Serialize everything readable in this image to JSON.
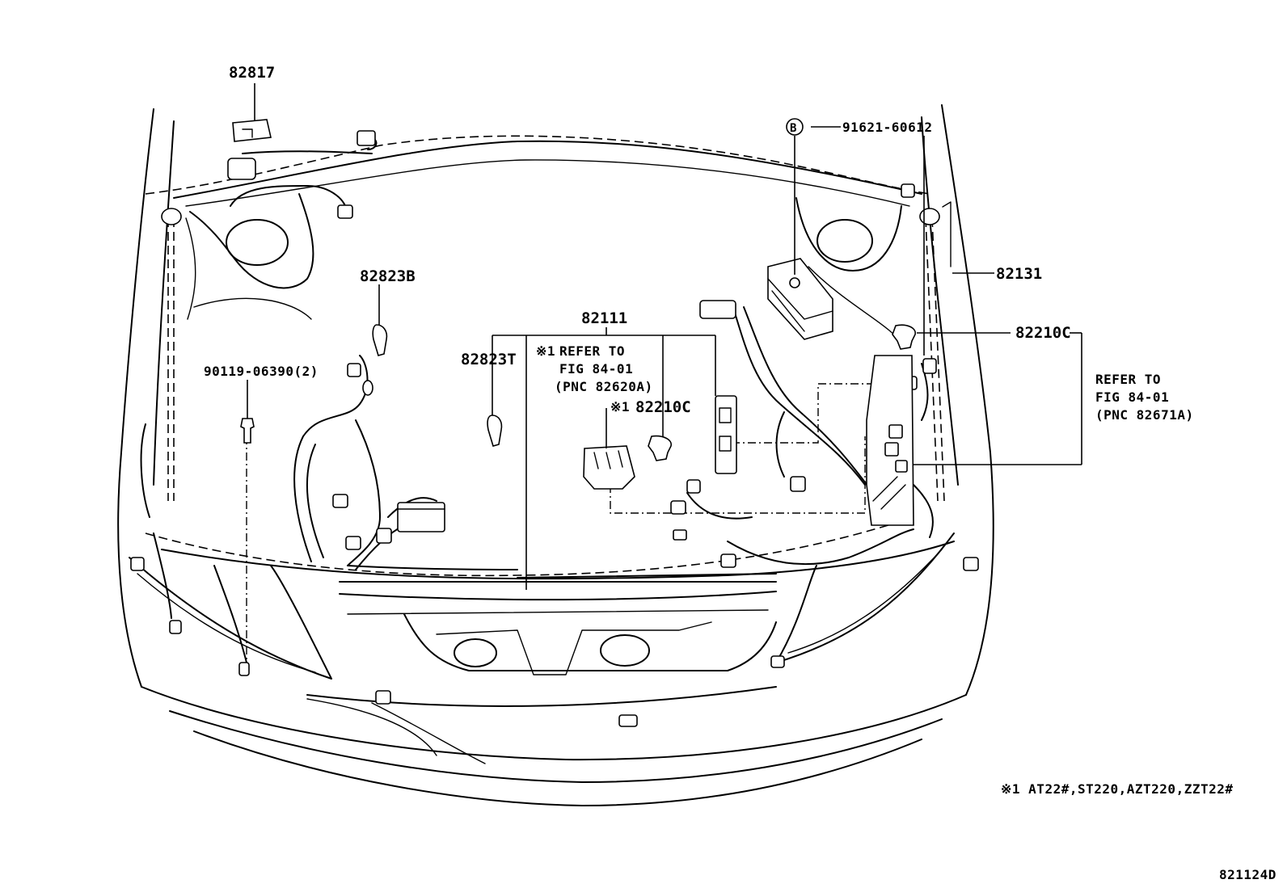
{
  "labels": {
    "p82817": "82817",
    "p82823B": "82823B",
    "p90119": "90119-06390(2)",
    "p82111": "82111",
    "p82823T": "82823T",
    "p91621": "91621-60612",
    "bolt_marker": "B",
    "p82131": "82131",
    "p82210C_right": "82210C",
    "p82210C_mid": "82210C",
    "mid_note_mark": "※1",
    "mid_part_mark": "※1"
  },
  "refer_left": {
    "line1": "REFER TO",
    "line2": "FIG 84-01",
    "line3": "(PNC 82620A)"
  },
  "refer_right": {
    "line1": "REFER TO",
    "line2": "FIG 84-01",
    "line3": "(PNC 82671A)"
  },
  "footnote": "※1  AT22#,ST220,AZT220,ZZT22#",
  "figure_id": "821124D"
}
